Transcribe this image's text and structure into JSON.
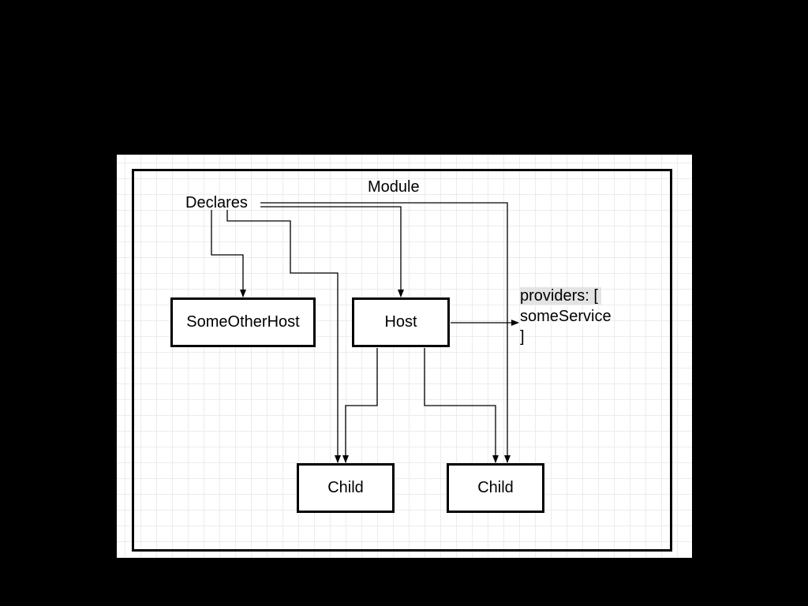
{
  "module": {
    "title": "Module"
  },
  "declares": {
    "label": "Declares"
  },
  "nodes": {
    "some_other_host": "SomeOtherHost",
    "host": "Host",
    "child_left": "Child",
    "child_right": "Child"
  },
  "providers": {
    "line1": "providers:  [",
    "line2": "someService",
    "line3": "]"
  }
}
